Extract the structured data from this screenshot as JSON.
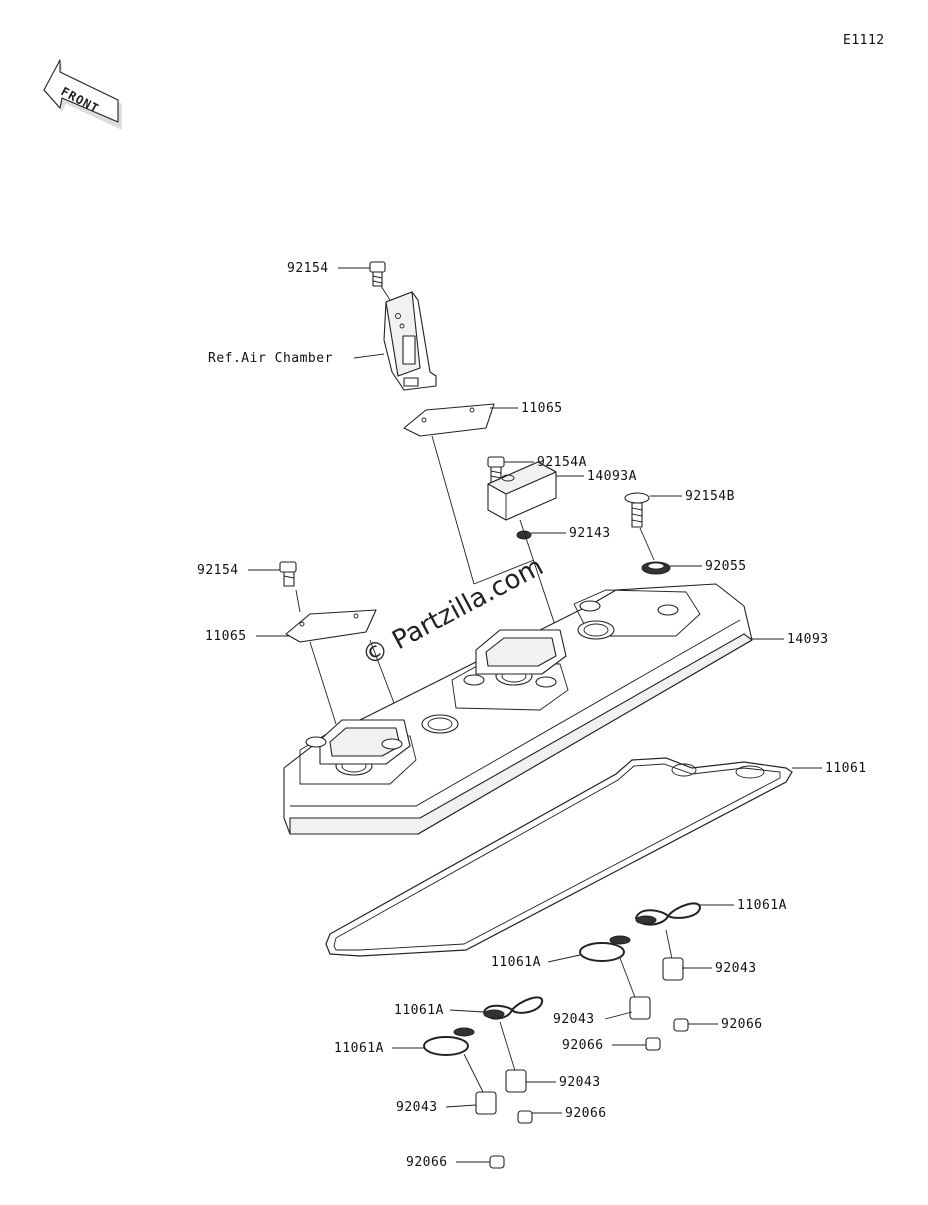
{
  "diagram_code": "E1112",
  "front_label": "FRONT",
  "watermark": "© Partzilla.com",
  "callouts": [
    {
      "id": "c1",
      "text": "92154"
    },
    {
      "id": "c2",
      "text": "Ref.Air Chamber"
    },
    {
      "id": "c3",
      "text": "11065"
    },
    {
      "id": "c4",
      "text": "92154A"
    },
    {
      "id": "c5",
      "text": "14093A"
    },
    {
      "id": "c6",
      "text": "92154B"
    },
    {
      "id": "c7",
      "text": "92143"
    },
    {
      "id": "c8",
      "text": "92055"
    },
    {
      "id": "c9",
      "text": "92154"
    },
    {
      "id": "c10",
      "text": "11065"
    },
    {
      "id": "c11",
      "text": "14093"
    },
    {
      "id": "c12",
      "text": "11061"
    },
    {
      "id": "c13",
      "text": "11061A"
    },
    {
      "id": "c14",
      "text": "11061A"
    },
    {
      "id": "c15",
      "text": "92043"
    },
    {
      "id": "c16",
      "text": "92043"
    },
    {
      "id": "c17",
      "text": "92066"
    },
    {
      "id": "c18",
      "text": "92066"
    },
    {
      "id": "c19",
      "text": "11061A"
    },
    {
      "id": "c20",
      "text": "11061A"
    },
    {
      "id": "c21",
      "text": "92043"
    },
    {
      "id": "c22",
      "text": "92043"
    },
    {
      "id": "c23",
      "text": "92066"
    },
    {
      "id": "c24",
      "text": "92066"
    }
  ]
}
